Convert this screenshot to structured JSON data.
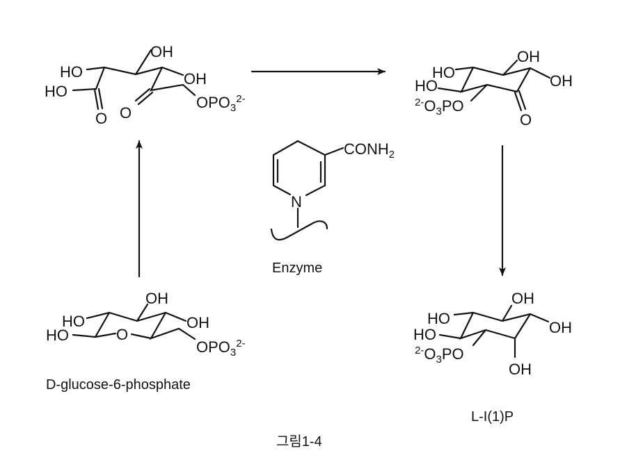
{
  "keto_acid": {
    "oh_top": "OH",
    "ho_left": "HO",
    "ho_acid": "HO",
    "oh_right": "OH",
    "o_carboxyl": "O",
    "o_ketone": "O",
    "phosphate": {
      "main": "OPO",
      "sub": "3",
      "sup": "2-"
    }
  },
  "inosose": {
    "oh_top": "OH",
    "ho_upper": "HO",
    "ho_lower": "HO",
    "oh_right": "OH",
    "o_ketone": "O",
    "phosphate": {
      "sup": "2-",
      "o": "O",
      "sub": "3",
      "po": "PO"
    }
  },
  "glucose": {
    "oh_top": "OH",
    "ho_upper": "HO",
    "ho_lower": "HO",
    "ring_o": "O",
    "oh_right": "OH",
    "phosphate": {
      "main": "OPO",
      "sub": "3",
      "sup": "2-"
    },
    "name": "D-glucose-6-phosphate"
  },
  "inositol_phosphate": {
    "oh_top": "OH",
    "ho_upper": "HO",
    "ho_lower": "HO",
    "oh_right": "OH",
    "oh_bottom": "OH",
    "phosphate": {
      "sup": "2-",
      "o": "O",
      "sub": "3",
      "po": "PO"
    },
    "name": "L-I(1)P"
  },
  "cofactor": {
    "amide": {
      "main": "CONH",
      "sub": "2"
    },
    "nitrogen": "N",
    "label": "Enzyme"
  },
  "caption": "그림1-4"
}
